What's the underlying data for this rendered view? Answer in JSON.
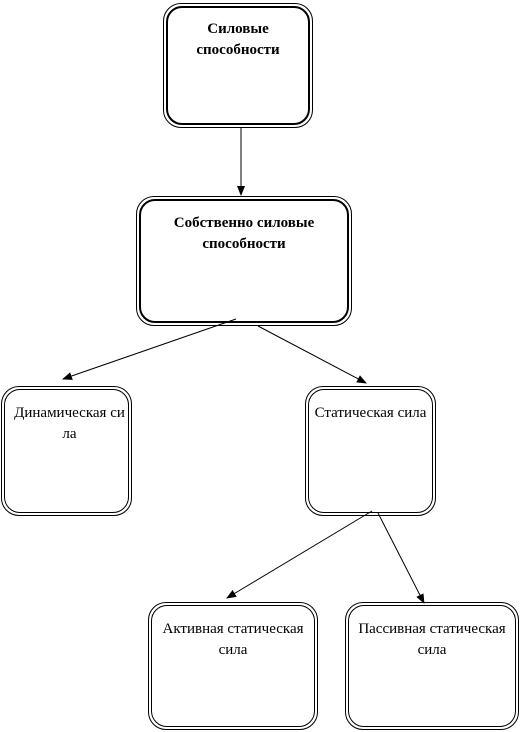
{
  "diagram": {
    "nodes": {
      "power": {
        "text": "Силовые способности"
      },
      "own": {
        "text": "Собственно силовые способности"
      },
      "dynamic": {
        "text": "Динамическая сила"
      },
      "static": {
        "text": "Статическая сила"
      },
      "active": {
        "text": "Активная статическая сила"
      },
      "passive": {
        "text": "Пассивная статическая сила"
      }
    },
    "edges": [
      {
        "from": "power",
        "to": "own"
      },
      {
        "from": "own",
        "to": "dynamic"
      },
      {
        "from": "own",
        "to": "static"
      },
      {
        "from": "static",
        "to": "active"
      },
      {
        "from": "static",
        "to": "passive"
      }
    ]
  }
}
